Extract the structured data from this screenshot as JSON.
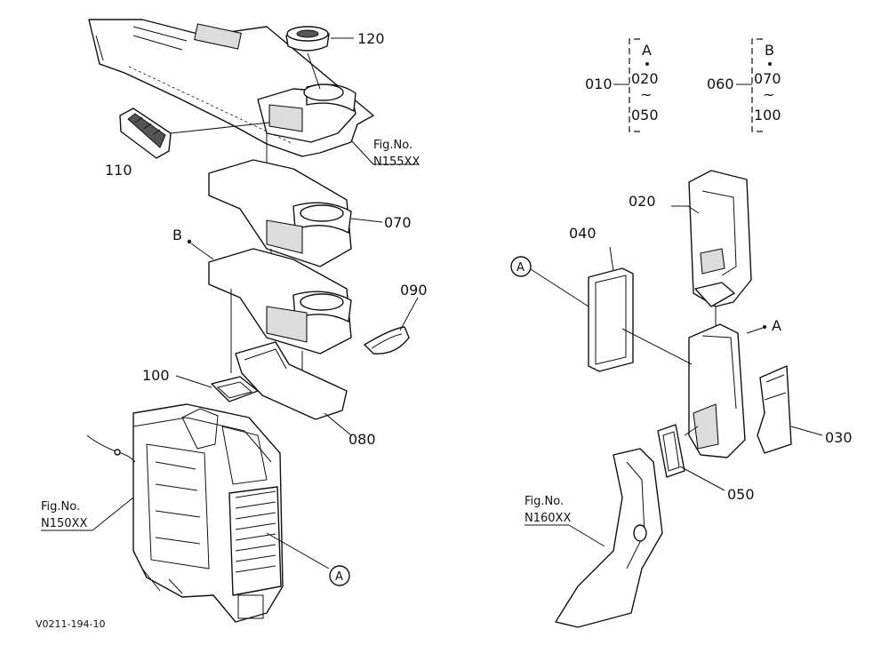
{
  "parts": {
    "p120": "120",
    "p110": "110",
    "p070": "070",
    "p090": "090",
    "p100": "100",
    "p080": "080",
    "p020": "020",
    "p040": "040",
    "p030": "030",
    "p050": "050"
  },
  "markers": {
    "a_upper": "A",
    "a_lower_left": "A",
    "a_lower_right": "A",
    "a_unit": "A",
    "b_group": "B"
  },
  "legend": {
    "group_a": {
      "letter": "A",
      "first": "010",
      "start": "020",
      "end": "050",
      "tilde": "~"
    },
    "group_b": {
      "letter": "B",
      "first": "060",
      "start": "070",
      "end": "100",
      "tilde": "~"
    }
  },
  "fig_refs": {
    "n155": {
      "line1": "Fig.No.",
      "line2": "N155XX"
    },
    "n150": {
      "line1": "Fig.No.",
      "line2": "N150XX"
    },
    "n160": {
      "line1": "Fig.No.",
      "line2": "N160XX"
    }
  },
  "drawing_code": "V0211-194-10"
}
